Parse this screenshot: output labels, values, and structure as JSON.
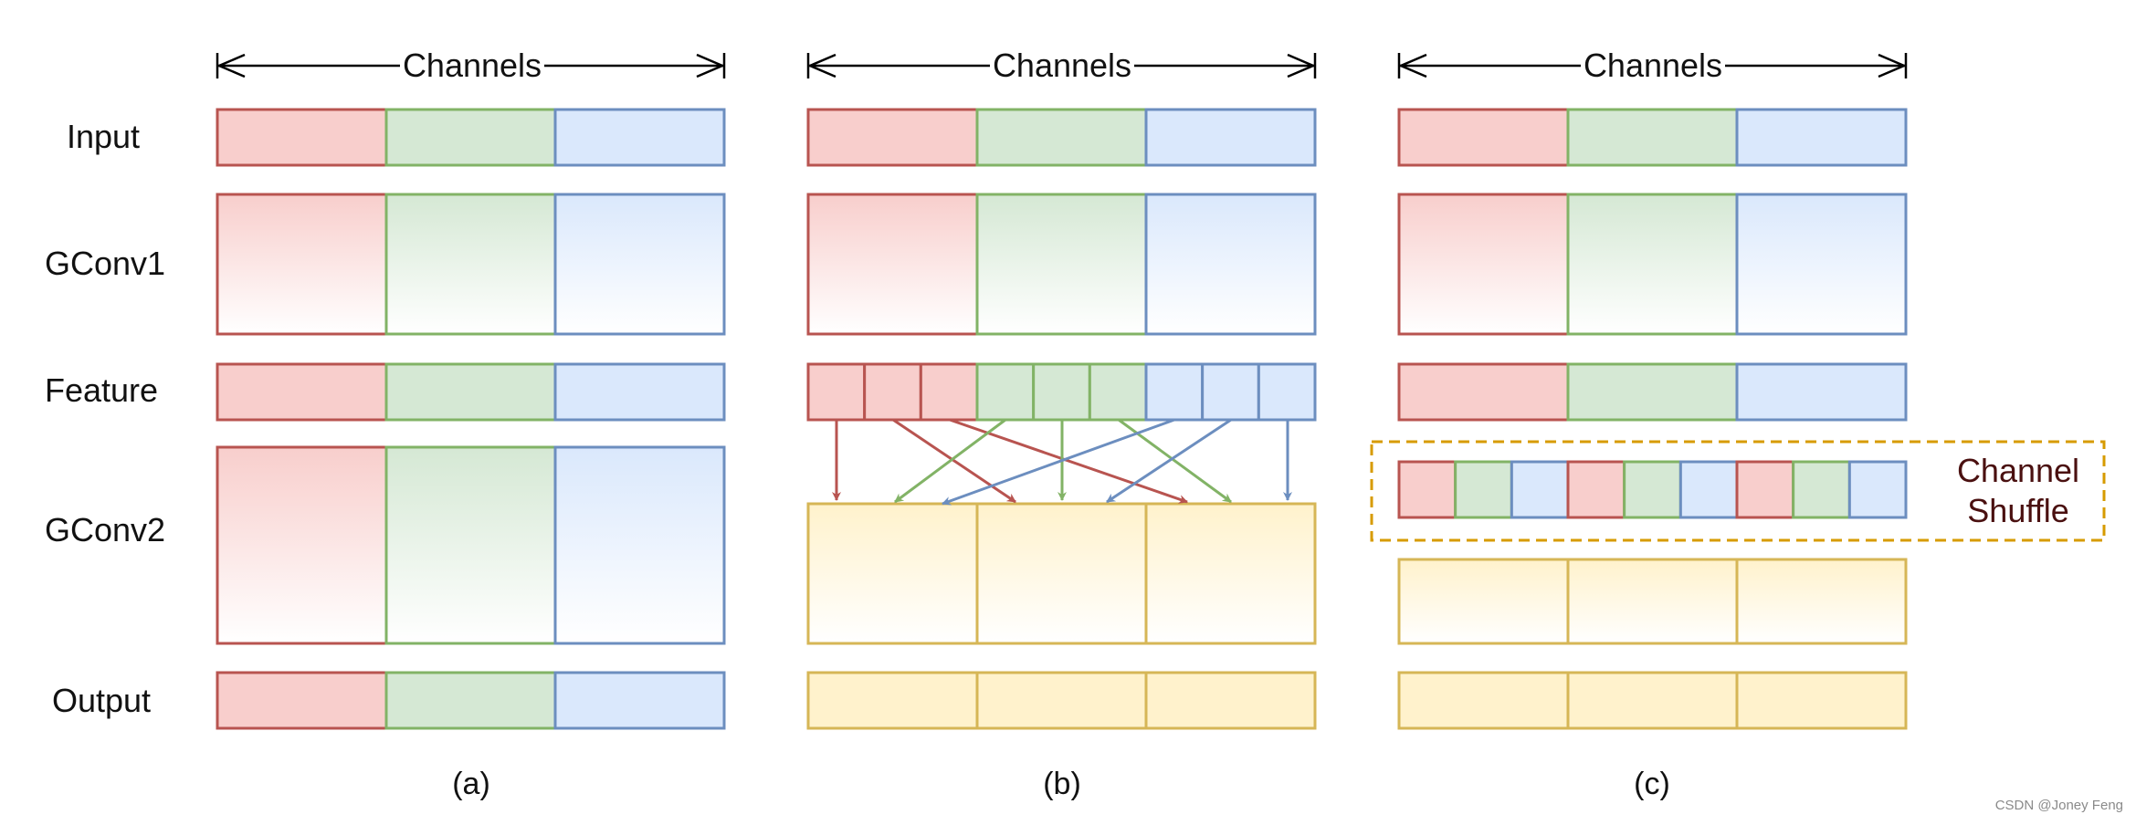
{
  "row_labels": {
    "input": "Input",
    "gconv1": "GConv1",
    "feature": "Feature",
    "gconv2": "GConv2",
    "output": "Output"
  },
  "channels_label": "Channels",
  "captions": {
    "a": "(a)",
    "b": "(b)",
    "c": "(c)"
  },
  "channel_shuffle_label": {
    "line1": "Channel",
    "line2": "Shuffle"
  },
  "watermark": "CSDN @Joney Feng",
  "colors": {
    "red_fill": "#f8cecc",
    "red_stroke": "#b85450",
    "green_fill": "#d5e8d4",
    "green_stroke": "#82b366",
    "blue_fill": "#dae8fc",
    "blue_stroke": "#6c8ebf",
    "yellow_fill": "#fff2cc",
    "yellow_stroke": "#d6b656",
    "shuffle_border": "#d79b00"
  }
}
